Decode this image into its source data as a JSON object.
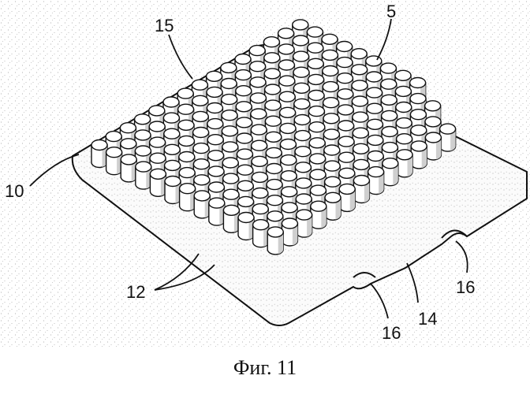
{
  "figure": {
    "caption": "Фиг. 11",
    "reference_numerals": {
      "n5": "5",
      "n10": "10",
      "n12": "12",
      "n14": "14",
      "n15": "15",
      "n16_left": "16",
      "n16_right": "16"
    }
  }
}
